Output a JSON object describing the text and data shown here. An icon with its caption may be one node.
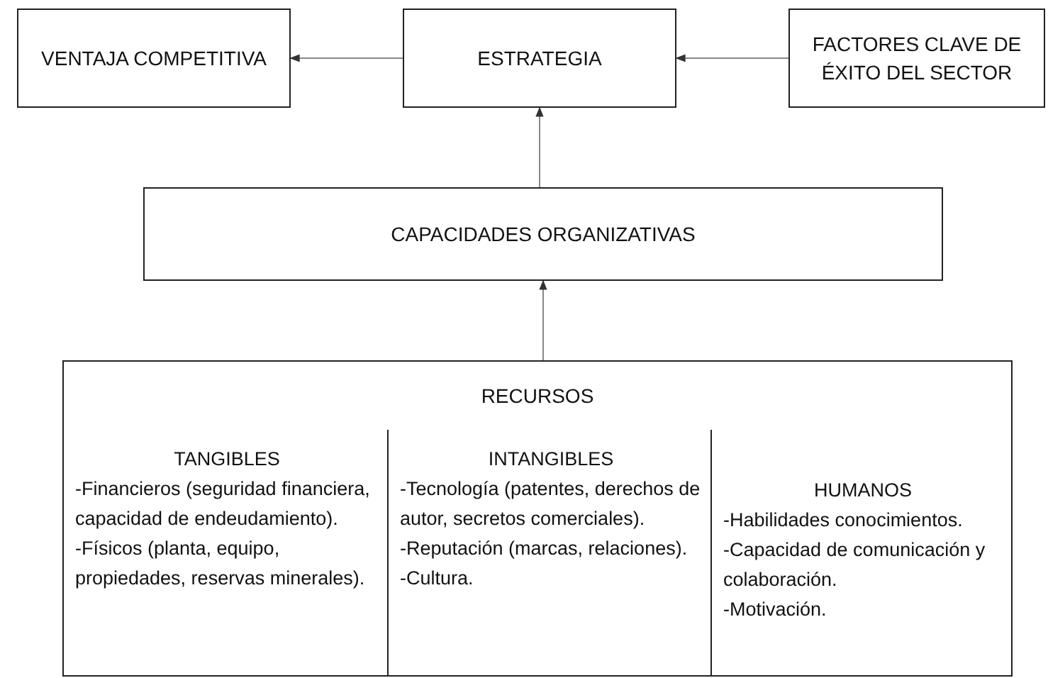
{
  "diagram": {
    "nodes": [
      {
        "text": [
          "VENTAJA COMPETITIVA"
        ]
      },
      {
        "text": [
          "ESTRATEGIA"
        ]
      },
      {
        "text": [
          "FACTORES CLAVE DE ÉXITO DEL SECTOR"
        ]
      },
      {
        "text": [
          "CAPACIDADES ORGANIZATIVAS"
        ]
      },
      {
        "text": [
          "RECURSOS"
        ]
      },
      {
        "text": [
          "TANGIBLES",
          "-Financieros (seguridad financiera, capacidad de endeudamiento).",
          "-Físicos (planta, equipo, propiedades, reservas minerales)."
        ],
        "in": 4
      },
      {
        "text": [
          "INTANGIBLES",
          "-Tecnología (patentes, derechos de autor, secretos comerciales).",
          "-Reputación (marcas, relaciones).",
          "-Cultura."
        ],
        "in": 4
      },
      {
        "text": [
          "HUMANOS",
          "-Habilidades conocimientos.",
          "-Capacidad de comunicación y colaboración.",
          "-Motivación."
        ],
        "in": 4
      }
    ],
    "edges": [
      {
        "from": 1,
        "to": 0,
        "arrow": "to"
      },
      {
        "from": 2,
        "to": 1,
        "arrow": "to"
      },
      {
        "from": 3,
        "to": 1,
        "arrow": "to"
      },
      {
        "from": 4,
        "to": 3,
        "arrow": "to"
      }
    ]
  }
}
